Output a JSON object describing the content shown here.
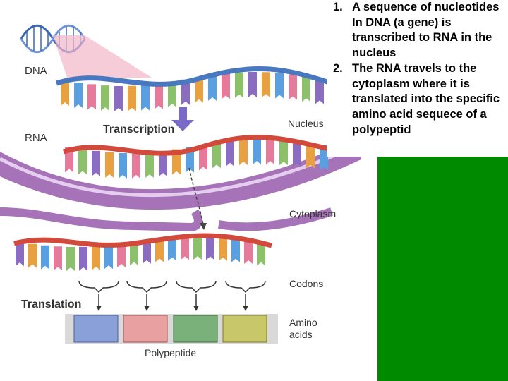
{
  "diagram": {
    "labels": {
      "dna": "DNA",
      "rna": "RNA",
      "transcription": "Transcription",
      "nucleus": "Nucleus",
      "cytoplasm": "Cytoplasm",
      "codons": "Codons",
      "translation": "Translation",
      "amino": "Amino",
      "acids": "acids",
      "polypeptide": "Polypeptide"
    }
  },
  "notes": {
    "items": [
      {
        "number": "1.",
        "text": "A sequence of nucleotides In DNA (a gene) is transcribed to RNA in the nucleus"
      },
      {
        "number": "2.",
        "text": "The RNA travels to the cytoplasm where it is translated into the specific amino acid sequece of a polypeptid"
      }
    ]
  },
  "colors": {
    "panel_green": "#008a00",
    "nucleus_purple": "#a673b8",
    "strand_blue": "#4a78c0",
    "strand_red": "#d24a3c"
  }
}
